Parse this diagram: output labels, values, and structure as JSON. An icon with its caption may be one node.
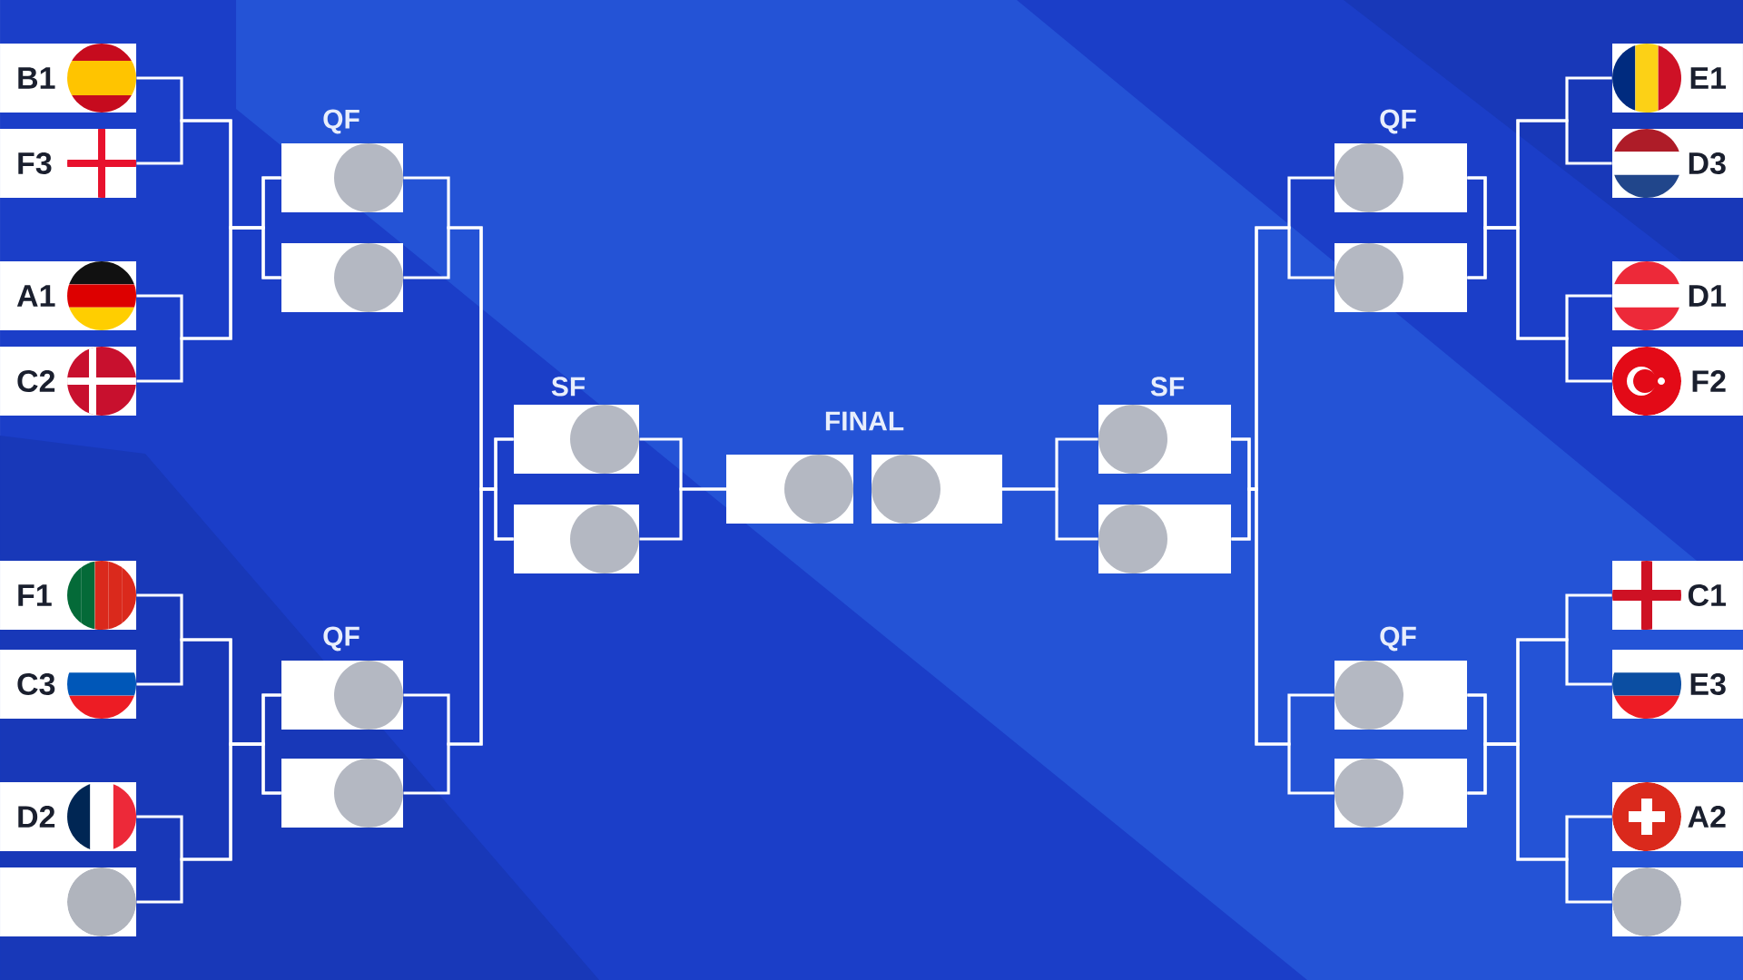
{
  "diagram": {
    "nodes": [
      {
        "text": [
          "B1"
        ]
      },
      {
        "text": [
          "F3"
        ]
      },
      {
        "text": [
          "A1"
        ]
      },
      {
        "text": [
          "C2"
        ]
      },
      {
        "text": [
          "F1"
        ]
      },
      {
        "text": [
          "C3"
        ]
      },
      {
        "text": [
          "D2"
        ]
      },
      {
        "text": [],
        "shape": "box"
      },
      {
        "text": [],
        "shape": "box"
      },
      {
        "text": [],
        "shape": "box"
      },
      {
        "text": [],
        "shape": "box"
      },
      {
        "text": [],
        "shape": "box"
      },
      {
        "text": [],
        "shape": "box"
      },
      {
        "text": [],
        "shape": "box"
      },
      {
        "text": [],
        "shape": "box"
      },
      {
        "text": [],
        "shape": "box"
      },
      {
        "text": [],
        "shape": "box"
      },
      {
        "text": [],
        "shape": "box"
      },
      {
        "text": [],
        "shape": "box"
      },
      {
        "text": [],
        "shape": "box"
      },
      {
        "text": [],
        "shape": "box"
      },
      {
        "text": [],
        "shape": "box"
      },
      {
        "text": [
          "E1"
        ]
      },
      {
        "text": [
          "D3"
        ]
      },
      {
        "text": [
          "D1"
        ]
      },
      {
        "text": [
          "F2"
        ]
      },
      {
        "text": [
          "C1"
        ]
      },
      {
        "text": [
          "E3"
        ]
      },
      {
        "text": [
          "A2"
        ]
      },
      {
        "text": [],
        "shape": "box"
      }
    ],
    "edges": [
      {
        "from": 0,
        "to": 8,
        "arrow": "none"
      },
      {
        "from": 1,
        "to": 8,
        "arrow": "none"
      },
      {
        "from": 2,
        "to": 9,
        "arrow": "none"
      },
      {
        "from": 3,
        "to": 9,
        "arrow": "none"
      },
      {
        "from": 4,
        "to": 10,
        "arrow": "none"
      },
      {
        "from": 5,
        "to": 10,
        "arrow": "none"
      },
      {
        "from": 6,
        "to": 11,
        "arrow": "none"
      },
      {
        "from": 7,
        "to": 11,
        "arrow": "none"
      },
      {
        "from": 8,
        "to": 12,
        "arrow": "none"
      },
      {
        "from": 9,
        "to": 12,
        "arrow": "none"
      },
      {
        "from": 10,
        "to": 13,
        "arrow": "none"
      },
      {
        "from": 11,
        "to": 13,
        "arrow": "none"
      },
      {
        "from": 12,
        "to": 14,
        "arrow": "none"
      },
      {
        "from": 13,
        "to": 14,
        "arrow": "none"
      },
      {
        "from": 16,
        "to": 15,
        "arrow": "none"
      },
      {
        "from": 17,
        "to": 15,
        "arrow": "none"
      },
      {
        "from": 18,
        "to": 16,
        "arrow": "none"
      },
      {
        "from": 19,
        "to": 16,
        "arrow": "none"
      },
      {
        "from": 20,
        "to": 17,
        "arrow": "none"
      },
      {
        "from": 21,
        "to": 17,
        "arrow": "none"
      },
      {
        "from": 22,
        "to": 18,
        "arrow": "none"
      },
      {
        "from": 23,
        "to": 18,
        "arrow": "none"
      },
      {
        "from": 24,
        "to": 19,
        "arrow": "none"
      },
      {
        "from": 25,
        "to": 19,
        "arrow": "none"
      },
      {
        "from": 26,
        "to": 20,
        "arrow": "none"
      },
      {
        "from": 27,
        "to": 20,
        "arrow": "none"
      },
      {
        "from": 28,
        "to": 21,
        "arrow": "none"
      },
      {
        "from": 29,
        "to": 21,
        "arrow": "none"
      }
    ],
    "labels": [
      "QF",
      "QF",
      "SF",
      "SF",
      "FINAL",
      "QF",
      "QF"
    ]
  }
}
